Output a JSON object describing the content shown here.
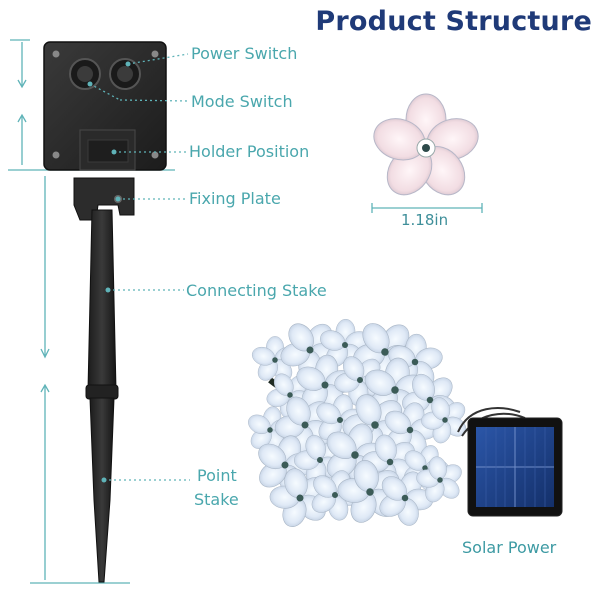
{
  "title": "Product Structure",
  "callouts": {
    "power_switch": "Power Switch",
    "mode_switch": "Mode Switch",
    "holder_position": "Holder Position",
    "fixing_plate": "Fixing Plate",
    "connecting_stake": "Connecting Stake",
    "point_stake_line1": "Point",
    "point_stake_line2": "Stake"
  },
  "flower_size": "1.18in",
  "solar_power": "Solar Power",
  "colors": {
    "title": "#1f3a78",
    "callout_text": "#4aa7ad",
    "dimension_lines": "#5fb3b8",
    "stake": "#2a2a2a",
    "box": "#2b2b2b",
    "solar_panel": "#1e3f86"
  }
}
